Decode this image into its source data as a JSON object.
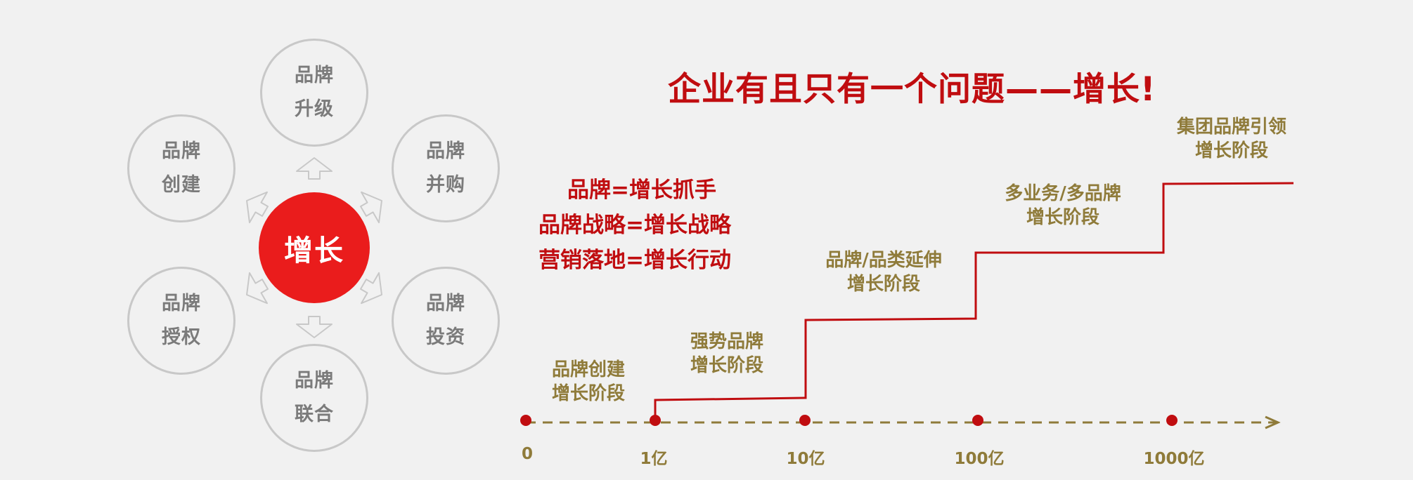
{
  "title": "企业有且只有一个问题——增长!",
  "hub_label": "增长",
  "satellites": [
    {
      "line1": "品牌",
      "line2": "升级"
    },
    {
      "line1": "品牌",
      "line2": "并购"
    },
    {
      "line1": "品牌",
      "line2": "投资"
    },
    {
      "line1": "品牌",
      "line2": "联合"
    },
    {
      "line1": "品牌",
      "line2": "授权"
    },
    {
      "line1": "品牌",
      "line2": "创建"
    }
  ],
  "slogans": [
    "品牌=增长抓手",
    "品牌战略=增长战略",
    "营销落地=增长行动"
  ],
  "axis_ticks": [
    "0",
    "1亿",
    "10亿",
    "100亿",
    "1000亿"
  ],
  "stages": [
    {
      "line1": "品牌创建",
      "line2": "增长阶段"
    },
    {
      "line1": "强势品牌",
      "line2": "增长阶段"
    },
    {
      "line1": "品牌/品类延伸",
      "line2": "增长阶段"
    },
    {
      "line1": "多业务/多品牌",
      "line2": "增长阶段"
    },
    {
      "line1": "集团品牌引领",
      "line2": "增长阶段"
    }
  ],
  "colors": {
    "accent_red": "#c00d10",
    "hub_red": "#ea1c1c",
    "olive": "#8f7b3a",
    "ring_gray": "#c8c8c8",
    "text_gray": "#7b7b7b",
    "background": "#f1f1f1"
  }
}
